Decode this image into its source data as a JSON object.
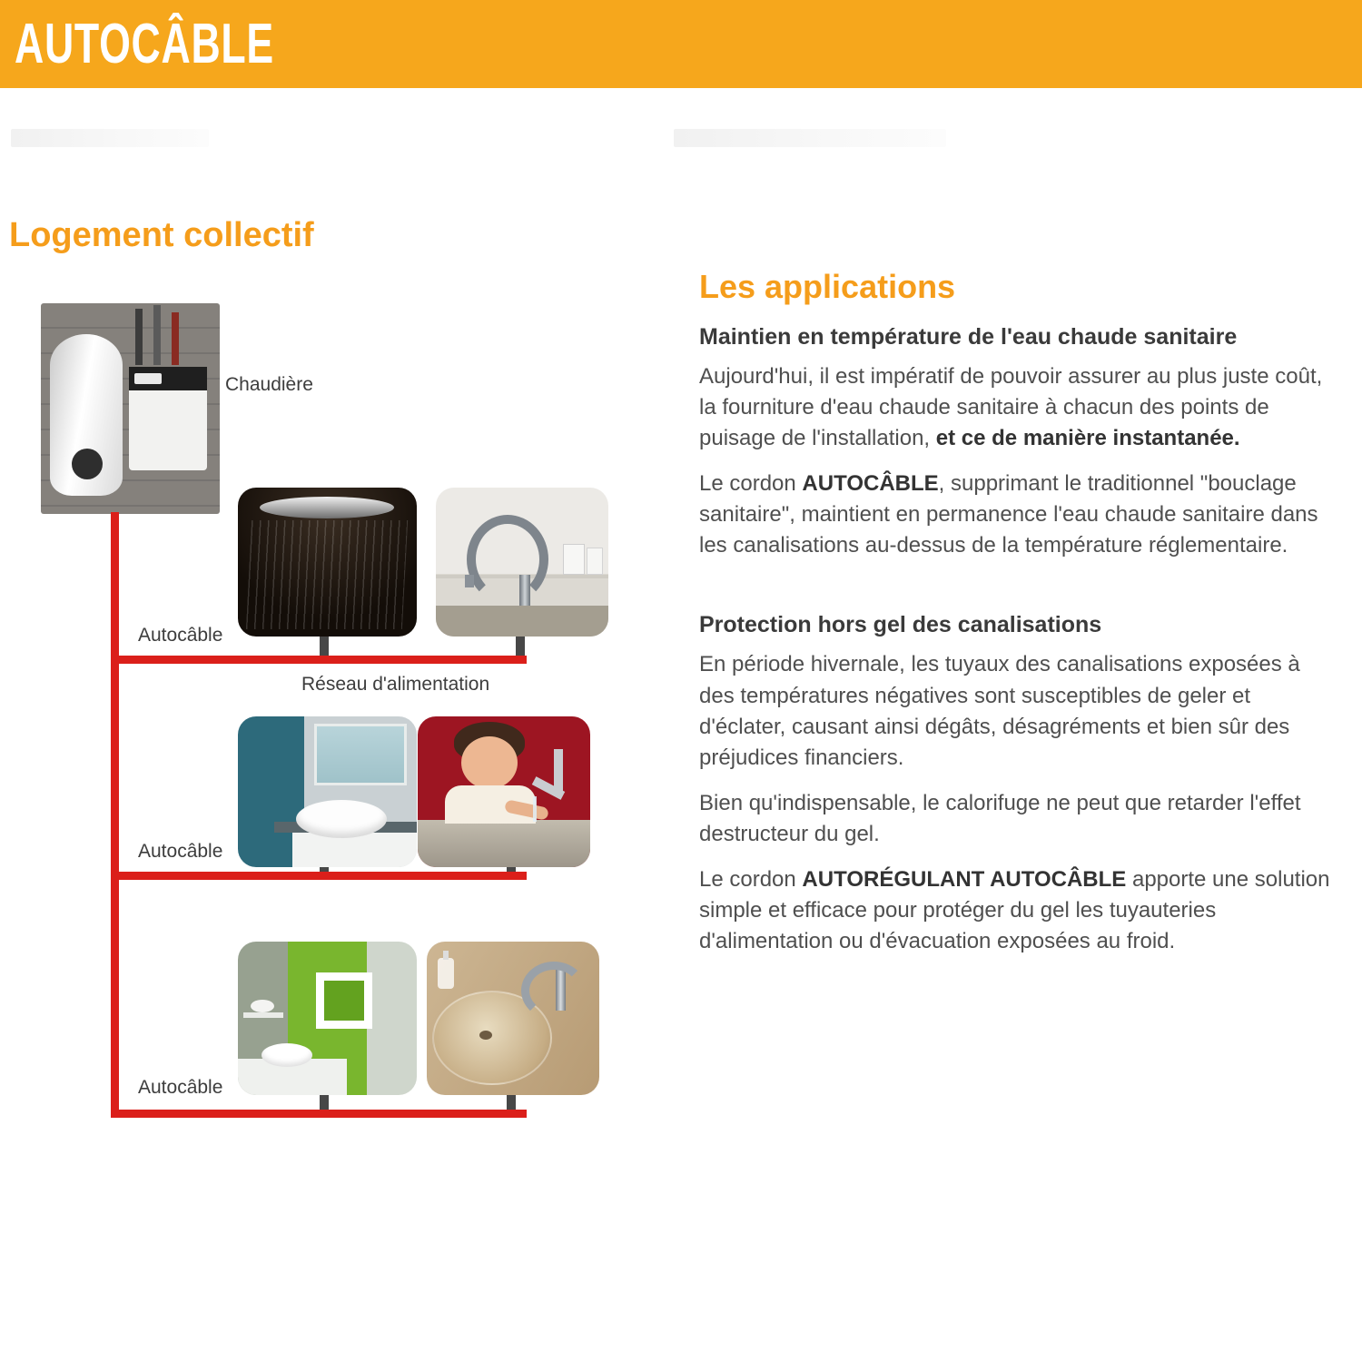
{
  "banner": {
    "title": "AUTOCÂBLE"
  },
  "colors": {
    "accent_orange": "#F6A71C",
    "heading_orange": "#F59D1B",
    "line_red": "#DB1F1A",
    "pipe_gray": "#474747"
  },
  "diagram": {
    "section_title": "Logement collectif",
    "boiler_label": "Chaudière",
    "autocable_label": "Autocâble",
    "network_label": "Réseau d'alimentation"
  },
  "applications": {
    "title": "Les applications",
    "hot_water": {
      "heading": "Maintien en température de l'eau chaude sanitaire",
      "p1_text": "Aujourd'hui, il est impératif de pouvoir assurer au plus juste coût, la fourniture d'eau chaude sanitaire à chacun des points de puisage de l'installation, ",
      "p1_bold": "et ce de manière instantanée.",
      "p2_pre": "Le cordon ",
      "p2_bold": "AUTOCÂBLE",
      "p2_post": ", supprimant le traditionnel \"bouclage sanitaire\", maintient en permanence l'eau chaude sanitaire dans les canalisations au-dessus de la température réglementaire."
    },
    "frost": {
      "heading": "Protection hors gel des canalisations",
      "p1": "En période hivernale, les tuyaux des canalisations exposées à des températures négatives sont susceptibles de geler et d'éclater, causant ainsi dégâts, désagréments et bien sûr des préjudices financiers.",
      "p2": "Bien qu'indispensable, le calorifuge ne peut que retarder l'effet destructeur du gel.",
      "p3_pre": "Le cordon ",
      "p3_bold": "AUTORÉGULANT AUTOCÂBLE",
      "p3_post": " apporte une solution simple et efficace pour protéger du gel les tuyauteries d'alimentation ou d'évacuation exposées au froid."
    }
  }
}
